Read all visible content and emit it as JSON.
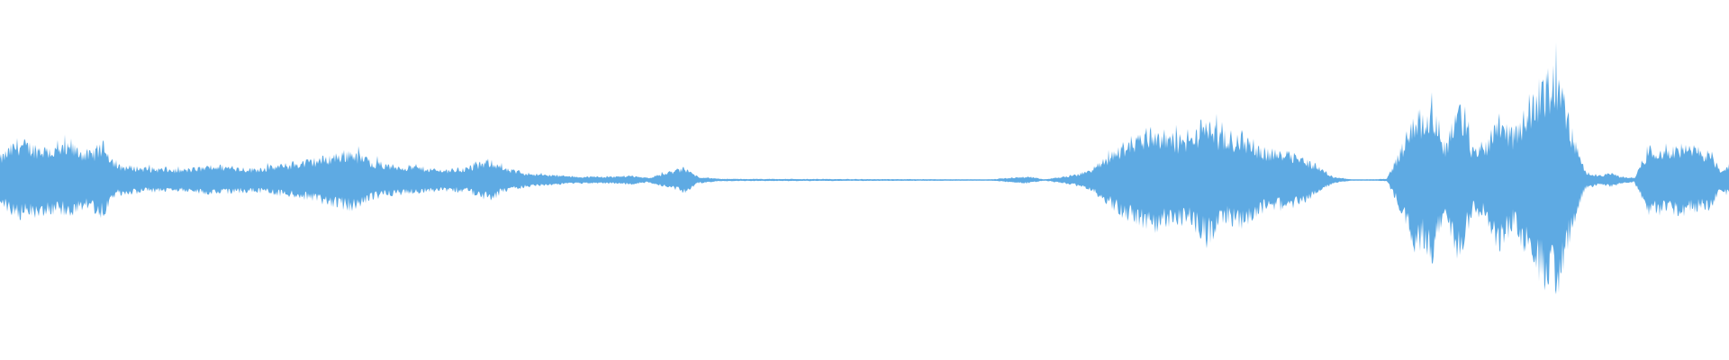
{
  "waveform": {
    "color": "#5eaae3",
    "background": "#ffffff",
    "envelope": [
      [
        0,
        0.2
      ],
      [
        20,
        0.35
      ],
      [
        40,
        0.3
      ],
      [
        60,
        0.28
      ],
      [
        80,
        0.3
      ],
      [
        100,
        0.24
      ],
      [
        115,
        0.32
      ],
      [
        130,
        0.13
      ],
      [
        160,
        0.11
      ],
      [
        200,
        0.09
      ],
      [
        240,
        0.13
      ],
      [
        280,
        0.1
      ],
      [
        320,
        0.14
      ],
      [
        360,
        0.2
      ],
      [
        390,
        0.26
      ],
      [
        400,
        0.22
      ],
      [
        410,
        0.18
      ],
      [
        430,
        0.13
      ],
      [
        460,
        0.12
      ],
      [
        490,
        0.09
      ],
      [
        520,
        0.11
      ],
      [
        545,
        0.18
      ],
      [
        560,
        0.1
      ],
      [
        580,
        0.07
      ],
      [
        600,
        0.05
      ],
      [
        640,
        0.03
      ],
      [
        680,
        0.03
      ],
      [
        700,
        0.04
      ],
      [
        720,
        0.02
      ],
      [
        760,
        0.11
      ],
      [
        775,
        0.03
      ],
      [
        800,
        0.01
      ],
      [
        1100,
        0.006
      ],
      [
        1140,
        0.03
      ],
      [
        1160,
        0.006
      ],
      [
        1190,
        0.04
      ],
      [
        1205,
        0.07
      ],
      [
        1220,
        0.14
      ],
      [
        1245,
        0.3
      ],
      [
        1260,
        0.38
      ],
      [
        1280,
        0.45
      ],
      [
        1300,
        0.38
      ],
      [
        1320,
        0.36
      ],
      [
        1340,
        0.55
      ],
      [
        1360,
        0.35
      ],
      [
        1380,
        0.4
      ],
      [
        1400,
        0.28
      ],
      [
        1420,
        0.24
      ],
      [
        1430,
        0.28
      ],
      [
        1440,
        0.22
      ],
      [
        1460,
        0.14
      ],
      [
        1480,
        0.03
      ],
      [
        1500,
        0.006
      ],
      [
        1520,
        0.005
      ],
      [
        1540,
        0.01
      ],
      [
        1560,
        0.35
      ],
      [
        1570,
        0.6
      ],
      [
        1580,
        0.55
      ],
      [
        1590,
        0.7
      ],
      [
        1605,
        0.3
      ],
      [
        1620,
        0.7
      ],
      [
        1635,
        0.28
      ],
      [
        1650,
        0.33
      ],
      [
        1665,
        0.6
      ],
      [
        1680,
        0.4
      ],
      [
        1700,
        0.72
      ],
      [
        1715,
        0.88
      ],
      [
        1730,
        0.96
      ],
      [
        1745,
        0.45
      ],
      [
        1760,
        0.08
      ],
      [
        1775,
        0.04
      ],
      [
        1790,
        0.06
      ],
      [
        1800,
        0.03
      ],
      [
        1815,
        0.02
      ],
      [
        1830,
        0.28
      ],
      [
        1860,
        0.3
      ],
      [
        1880,
        0.28
      ],
      [
        1900,
        0.25
      ],
      [
        1910,
        0.08
      ],
      [
        1920,
        0.14
      ]
    ]
  }
}
